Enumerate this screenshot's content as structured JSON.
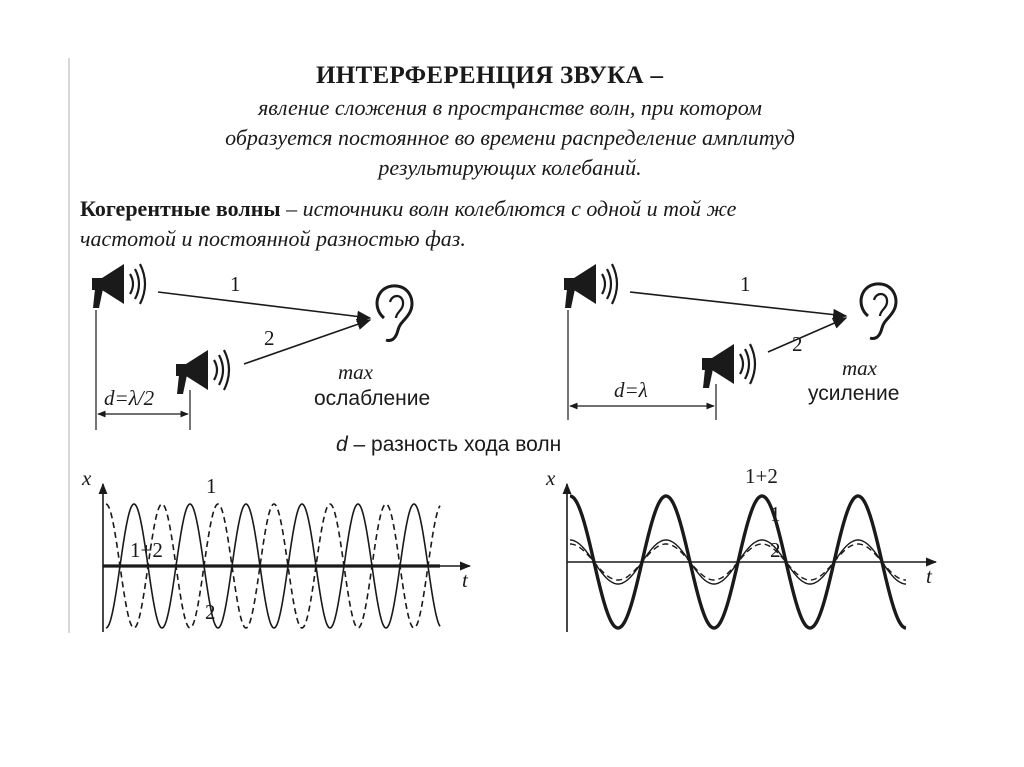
{
  "title": "ИНТЕРФЕРЕНЦИЯ ЗВУКА –",
  "definition": [
    "явление сложения в пространстве волн, при котором",
    "образуется постоянное во времени распределение амплитуд",
    "результирующих колебаний."
  ],
  "coherent": {
    "term": "Когерентные волны",
    "dash": " – ",
    "text1": "источники волн колеблются с одной и той же",
    "text2": "частотой и постоянной разностью фаз."
  },
  "left_scheme": {
    "ray1": "1",
    "ray2": "2",
    "max": "max",
    "result": "ослабление",
    "distance": "d=λ/2"
  },
  "right_scheme": {
    "ray1": "1",
    "ray2": "2",
    "max": "max",
    "result": "усиление",
    "distance": "d=λ"
  },
  "path_difference": {
    "symbol": "d",
    "text": " – разность хода волн"
  },
  "left_graph": {
    "x_axis": "x",
    "t_axis": "t",
    "label1": "1",
    "label2": "2",
    "label_sum": "1+2"
  },
  "right_graph": {
    "x_axis": "x",
    "t_axis": "t",
    "label1": "1",
    "label2": "2",
    "label_sum": "1+2"
  },
  "icons": [
    "loudspeaker-icon",
    "ear-icon"
  ]
}
